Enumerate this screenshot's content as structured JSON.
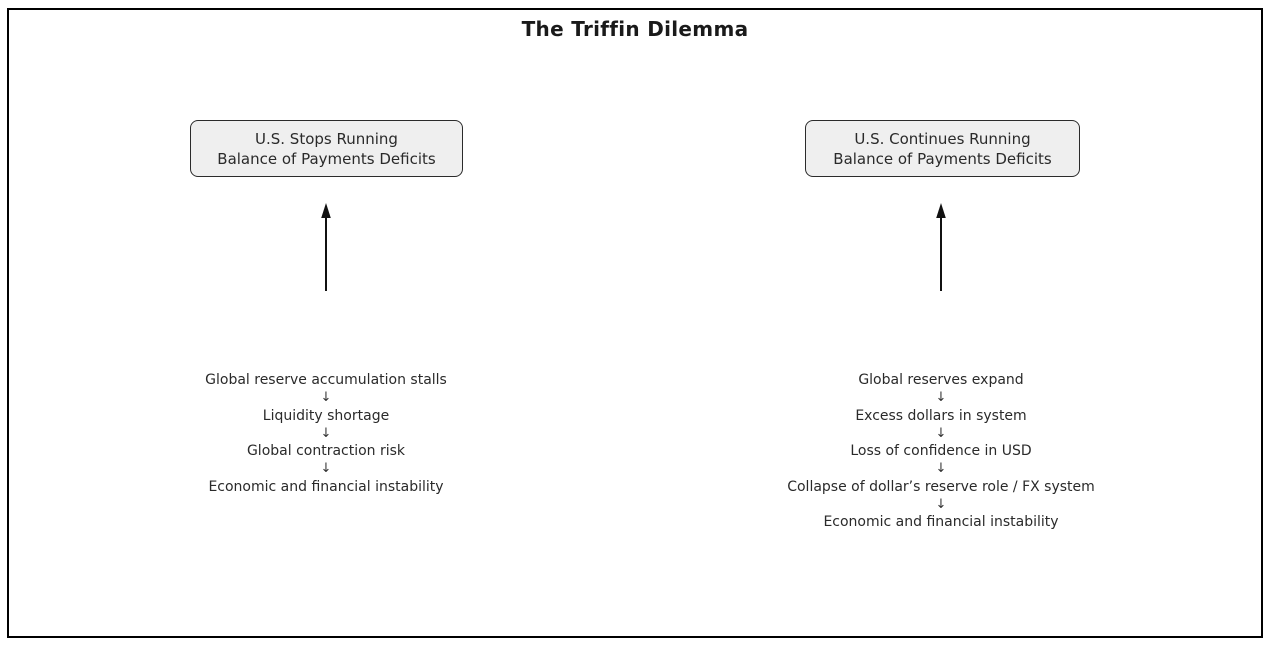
{
  "title": "The Triffin Dilemma",
  "down_arrow_glyph": "↓",
  "colors": {
    "frame_border": "#000000",
    "box_fill": "#efefef",
    "box_border": "#2b2b2b",
    "text": "#2a2a2a"
  },
  "branches": [
    {
      "id": "left",
      "box_label": "U.S. Stops Running\nBalance of Payments Deficits",
      "chain": [
        "Global reserve accumulation stalls",
        "Liquidity shortage",
        "Global contraction risk",
        "Economic and financial instability"
      ]
    },
    {
      "id": "right",
      "box_label": "U.S. Continues Running\nBalance of Payments Deficits",
      "chain": [
        "Global reserves expand",
        "Excess dollars in system",
        "Loss of confidence in USD",
        "Collapse of dollar’s reserve role / FX system",
        "Economic and financial instability"
      ]
    }
  ]
}
